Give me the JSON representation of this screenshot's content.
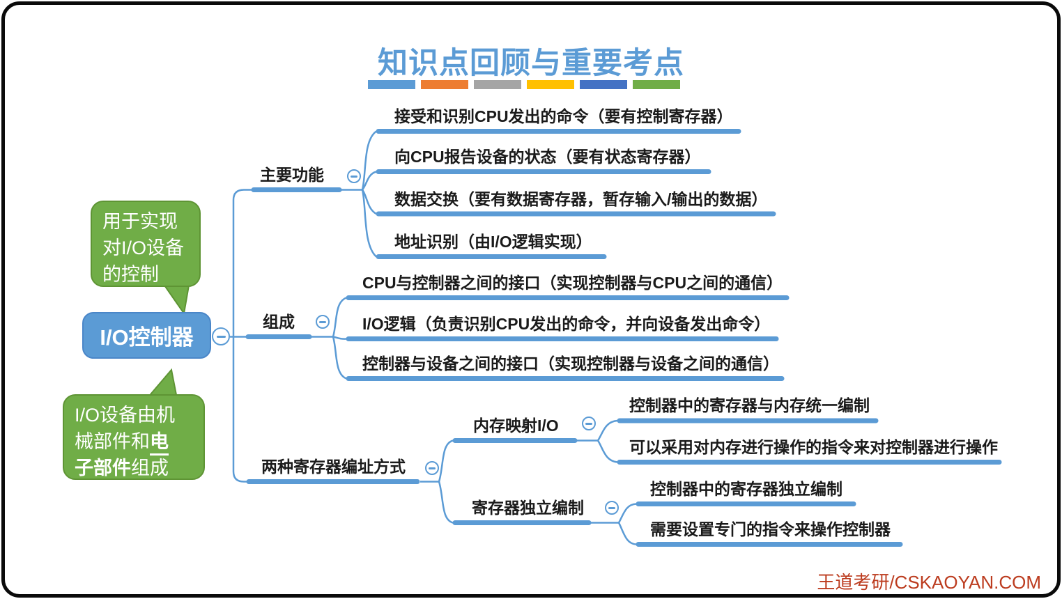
{
  "header": {
    "title": "知识点回顾与重要考点",
    "accent_colors": [
      "#5B9BD5",
      "#ED7D31",
      "#A5A5A5",
      "#FFC000",
      "#4472C4",
      "#70AD47"
    ]
  },
  "root": {
    "label": "I/O控制器"
  },
  "callouts": {
    "purpose": {
      "line1": "用于实现",
      "line2": "对I/O设备",
      "line3": "的控制"
    },
    "composition_note": {
      "line1": "I/O设备由机",
      "line2_plain": "械部件和",
      "line2_em": "电",
      "line3_em": "子部件",
      "line3_plain": "组成"
    }
  },
  "branches": {
    "functions": {
      "label": "主要功能",
      "items": [
        "接受和识别CPU发出的命令（要有控制寄存器）",
        "向CPU报告设备的状态（要有状态寄存器）",
        "数据交换（要有数据寄存器，暂存输入/输出的数据）",
        "地址识别（由I/O逻辑实现）"
      ]
    },
    "composition": {
      "label": "组成",
      "items": [
        "CPU与控制器之间的接口（实现控制器与CPU之间的通信）",
        "I/O逻辑（负责识别CPU发出的命令，并向设备发出命令）",
        "控制器与设备之间的接口（实现控制器与设备之间的通信）"
      ]
    },
    "addressing": {
      "label": "两种寄存器编址方式",
      "children": {
        "memory_mapped": {
          "label": "内存映射I/O",
          "items": [
            "控制器中的寄存器与内存统一编制",
            "可以采用对内存进行操作的指令来对控制器进行操作"
          ]
        },
        "independent": {
          "label": "寄存器独立编制",
          "items": [
            "控制器中的寄存器独立编制",
            "需要设置专门的指令来操作控制器"
          ]
        }
      }
    }
  },
  "footer": {
    "watermark": "王道考研/CSKAOYAN.COM"
  },
  "colors": {
    "line": "#5B9BD5",
    "root_fill": "#5B9BD5",
    "callout_fill": "#70AD47",
    "title": "#5B9BD5",
    "watermark": "#BC3C1F",
    "text": "#1a1a1a"
  }
}
